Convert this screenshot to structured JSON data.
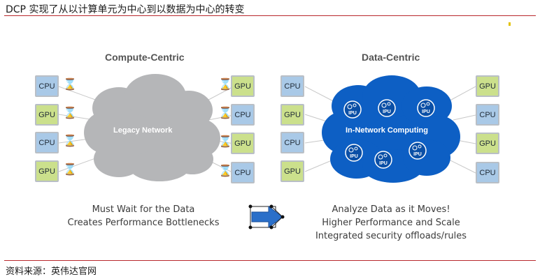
{
  "title": "DCP 实现了从以计算单元为中心到以数据为中心的转变",
  "source": "资料来源：英伟达官网",
  "colors": {
    "rule": "#b8282c",
    "cpu": "#a9c9e7",
    "gpu": "#cbe08c",
    "legacy_cloud": "#b5b6b8",
    "data_cloud": "#0d5fc4",
    "arrow": "#2a6fc9"
  },
  "compute_centric": {
    "title": "Compute-Centric",
    "network_label": "Legacy Network",
    "left_chips": [
      "CPU",
      "GPU",
      "CPU",
      "GPU"
    ],
    "right_chips": [
      "GPU",
      "CPU",
      "GPU",
      "CPU"
    ],
    "caption": [
      "Must Wait for the Data",
      "Creates Performance Bottlenecks"
    ],
    "wait_icon": "hourglass-icon"
  },
  "data_centric": {
    "title": "Data-Centric",
    "network_label": "In-Network Computing",
    "left_chips": [
      "CPU",
      "GPU",
      "CPU",
      "GPU"
    ],
    "right_chips": [
      "GPU",
      "CPU",
      "GPU",
      "CPU"
    ],
    "ipu_label": "IPU",
    "ipu_count": 6,
    "caption": [
      "Analyze Data as it Moves!",
      "Higher Performance and Scale",
      "Integrated security offloads/rules"
    ]
  },
  "transition_icon": "arrow-right-icon"
}
